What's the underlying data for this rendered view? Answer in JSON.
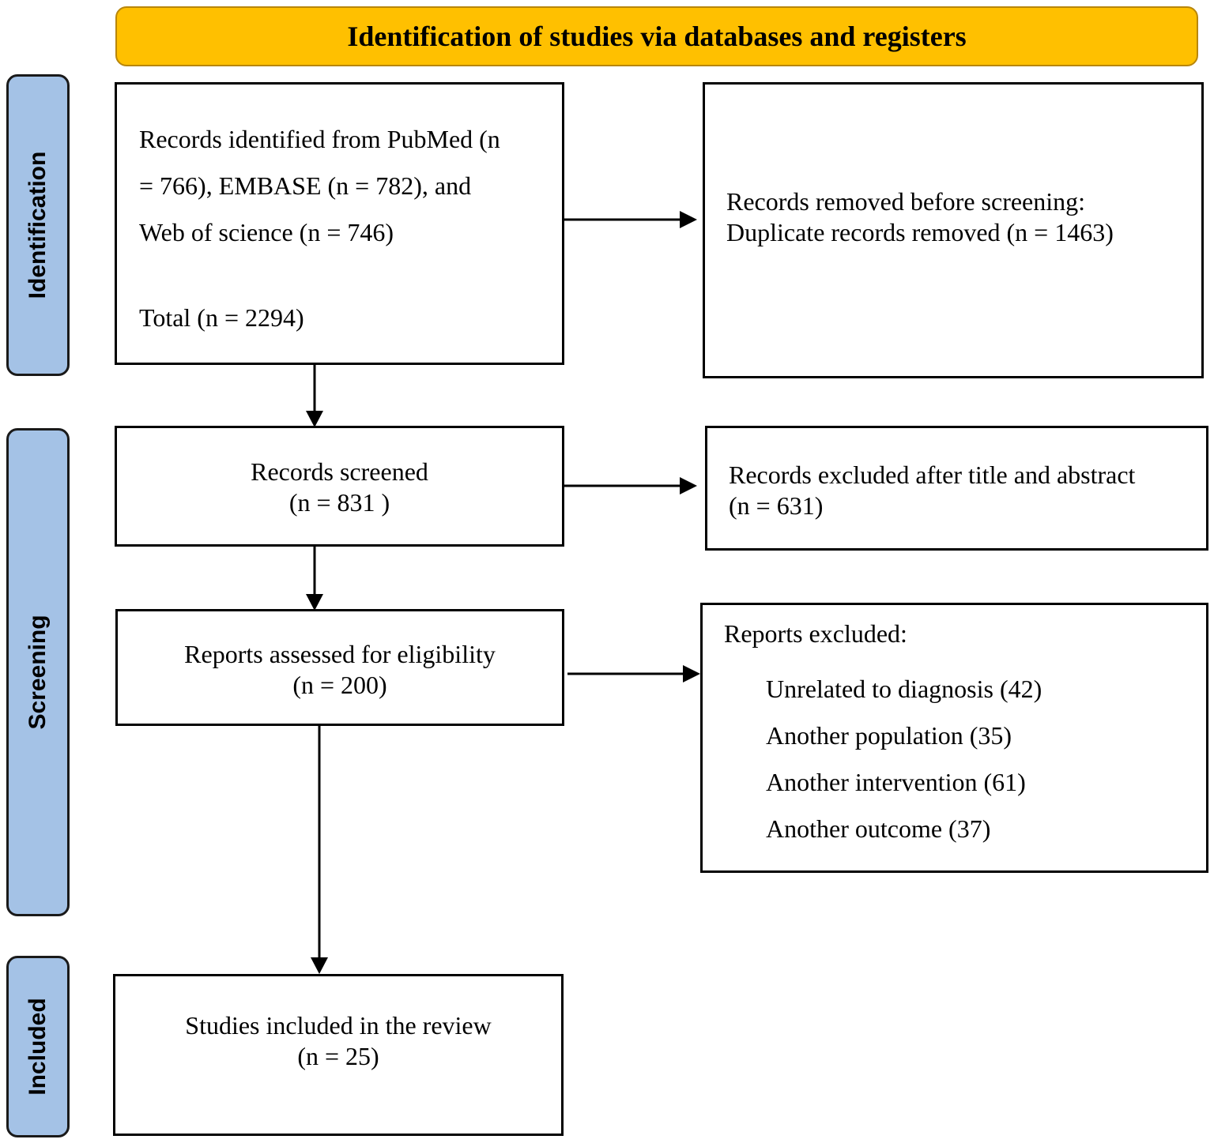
{
  "header": "Identification of studies via databases and registers",
  "phases": {
    "identification": "Identification",
    "screening": "Screening",
    "included": "Included"
  },
  "boxes": {
    "records_identified": {
      "lines": [
        "Records identified from PubMed (n",
        "= 766), EMBASE (n = 782), and",
        "Web of science (n = 746)"
      ],
      "total": "Total (n = 2294)"
    },
    "records_removed": {
      "lines": [
        "Records removed before screening:",
        "Duplicate records removed  (n = 1463)"
      ]
    },
    "records_screened": {
      "lines": [
        "Records screened",
        "(n = 831 )"
      ]
    },
    "records_excluded": {
      "lines": [
        "Records excluded after title and abstract",
        "(n = 631)"
      ]
    },
    "reports_assessed": {
      "lines": [
        "Reports assessed for eligibility",
        "(n = 200)"
      ]
    },
    "reports_excluded": {
      "title": "Reports excluded:",
      "items": [
        "Unrelated to diagnosis (42)",
        "Another population (35)",
        "Another intervention (61)",
        "Another outcome (37)"
      ]
    },
    "studies_included": {
      "lines": [
        "Studies included in the review",
        "(n = 25)"
      ]
    }
  }
}
